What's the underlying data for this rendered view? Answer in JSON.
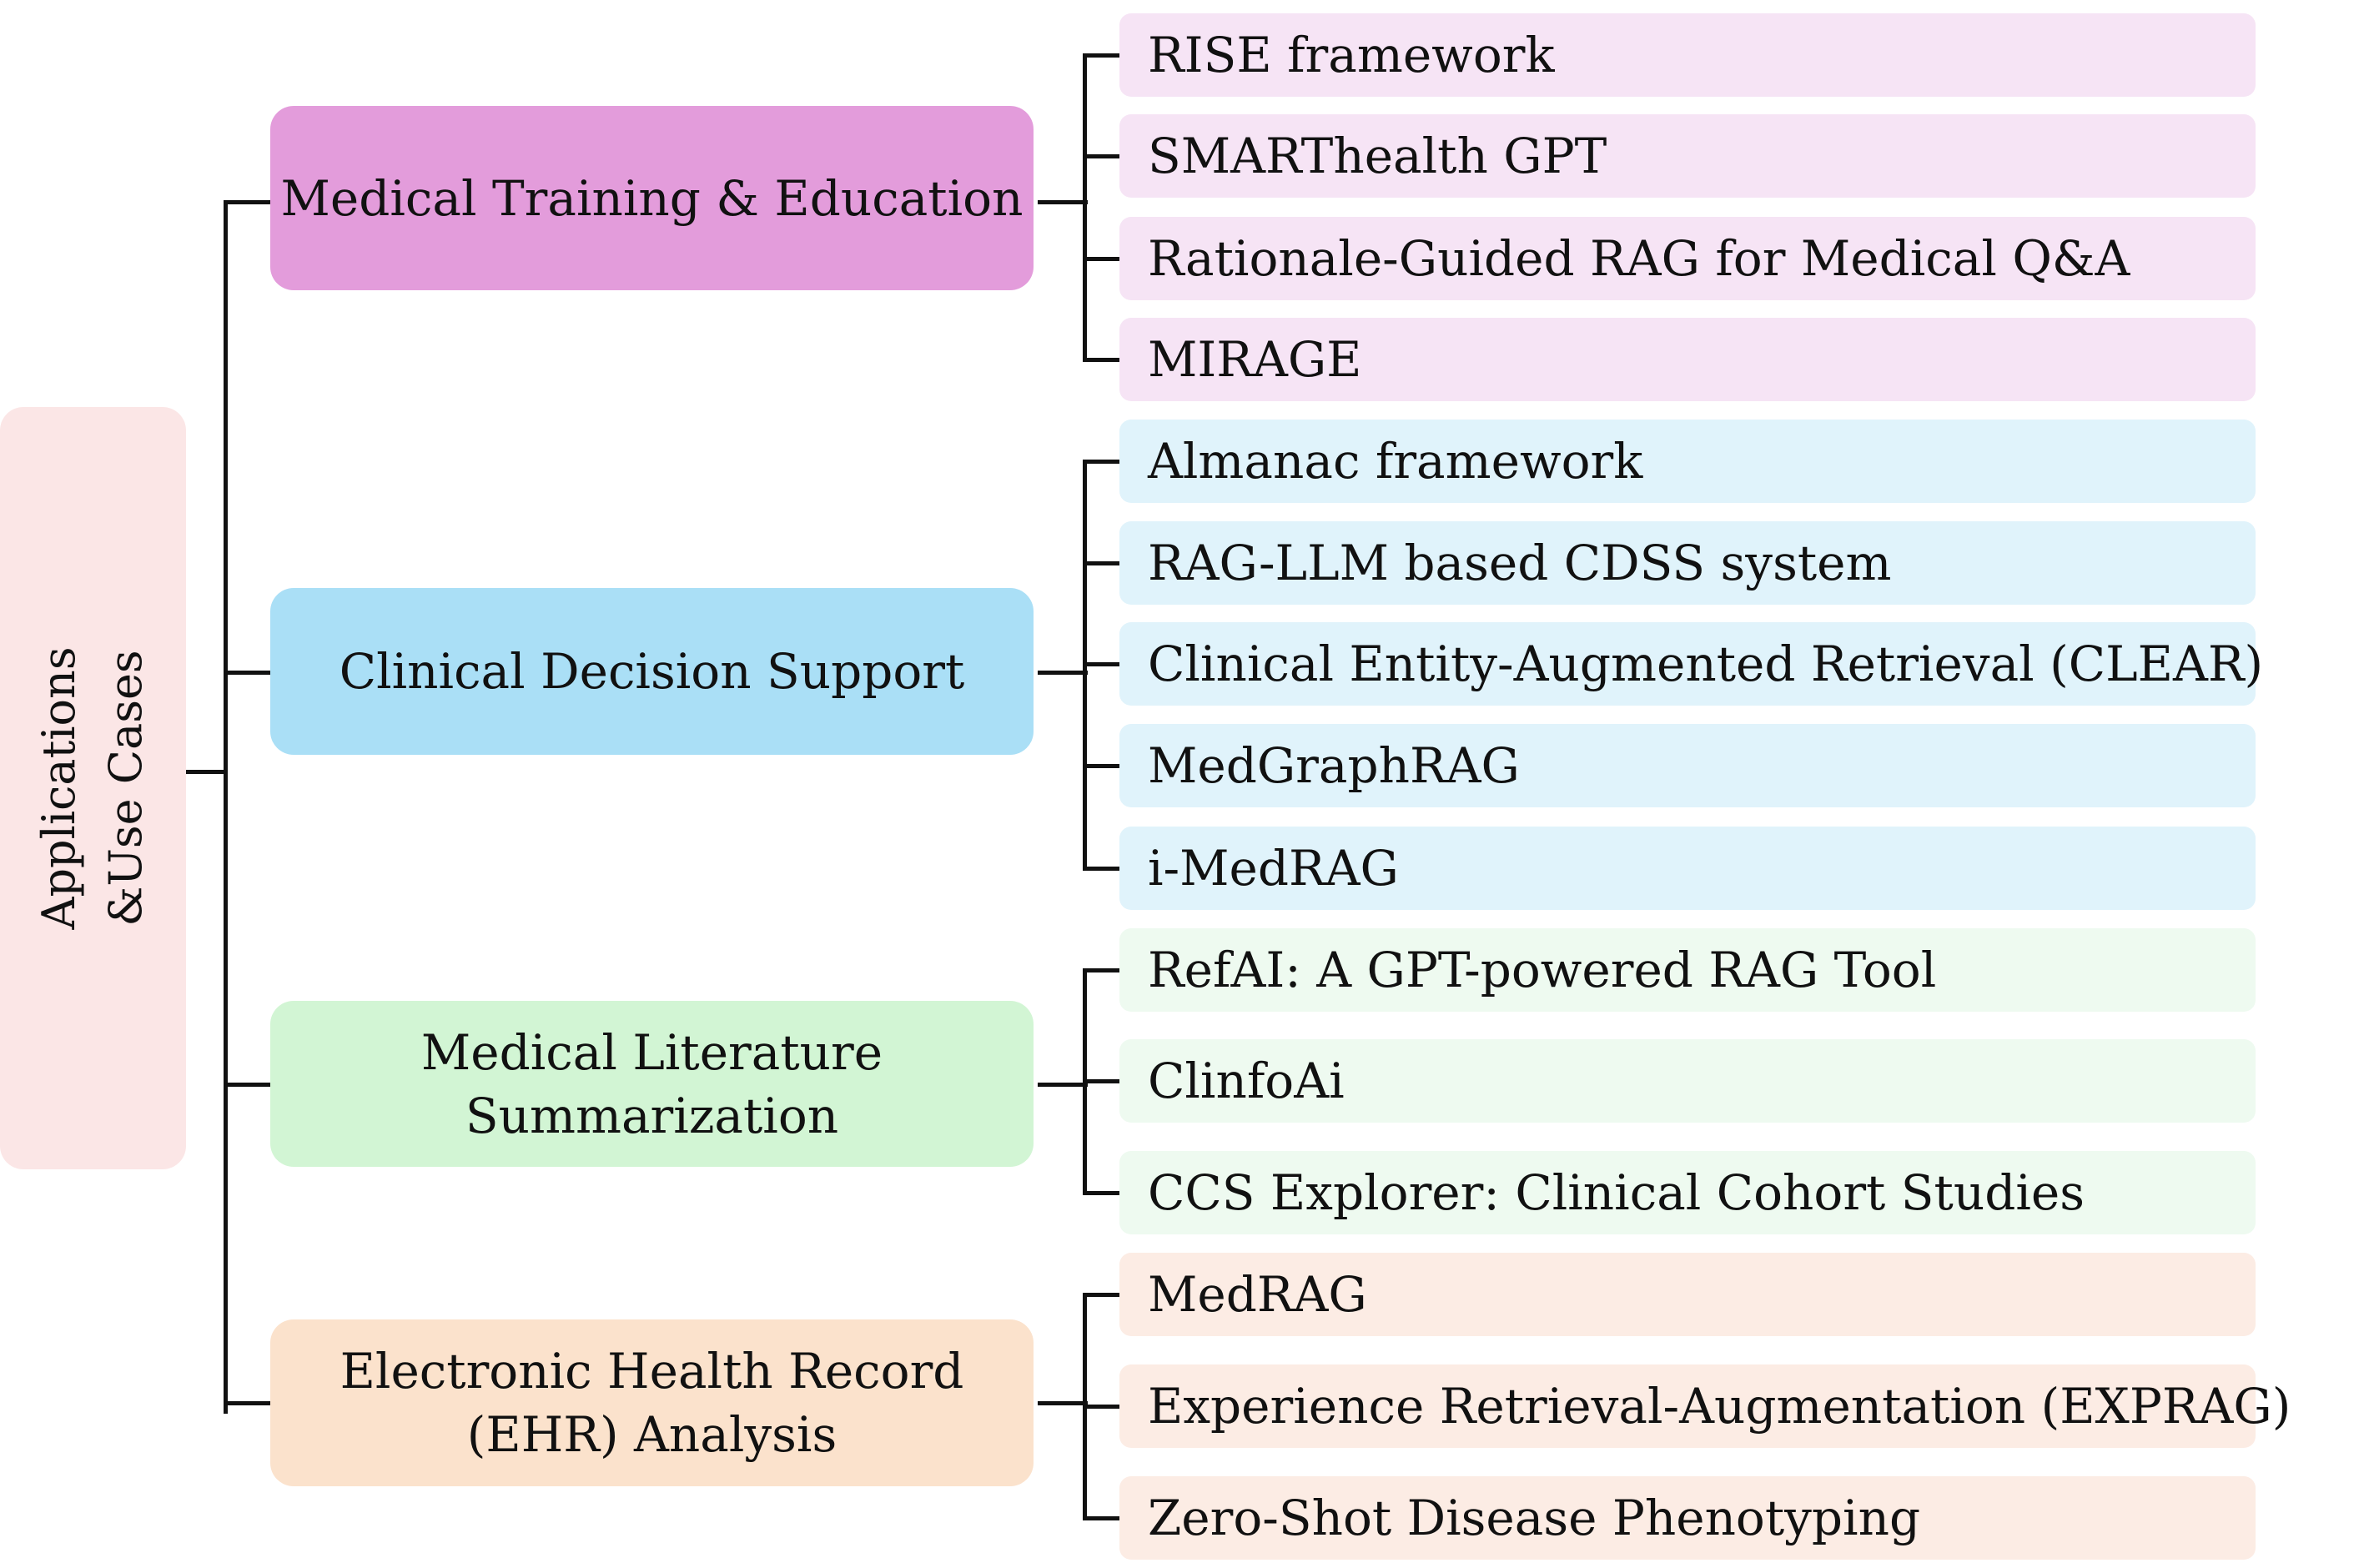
{
  "root": {
    "label": "Applications\n&Use Cases",
    "color": "#fbe6e6"
  },
  "categories": [
    {
      "label": "Medical Training & Education",
      "color": "#e39cdb",
      "leaf_color": "#f6e4f5",
      "items": [
        "RISE framework",
        "SMARThealth GPT",
        "Rationale-Guided RAG for Medical Q&A",
        "MIRAGE"
      ]
    },
    {
      "label": "Clinical Decision Support",
      "color": "#aadff6",
      "leaf_color": "#e0f3fb",
      "items": [
        "Almanac framework",
        "RAG-LLM based CDSS system",
        "Clinical Entity-Augmented Retrieval (CLEAR)",
        "MedGraphRAG",
        "i-MedRAG"
      ]
    },
    {
      "label": "Medical Literature\nSummarization",
      "color": "#d2f5d4",
      "leaf_color": "#eefaf0",
      "items": [
        "RefAI: A GPT-powered RAG Tool",
        "ClinfoAi",
        "CCS Explorer: Clinical Cohort Studies"
      ]
    },
    {
      "label": "Electronic Health Record\n(EHR) Analysis",
      "color": "#fbe2cc",
      "leaf_color": "#fcece4",
      "items": [
        "MedRAG",
        "Experience Retrieval-Augmentation (EXPRAG)",
        "Zero-Shot Disease Phenotyping"
      ]
    }
  ]
}
